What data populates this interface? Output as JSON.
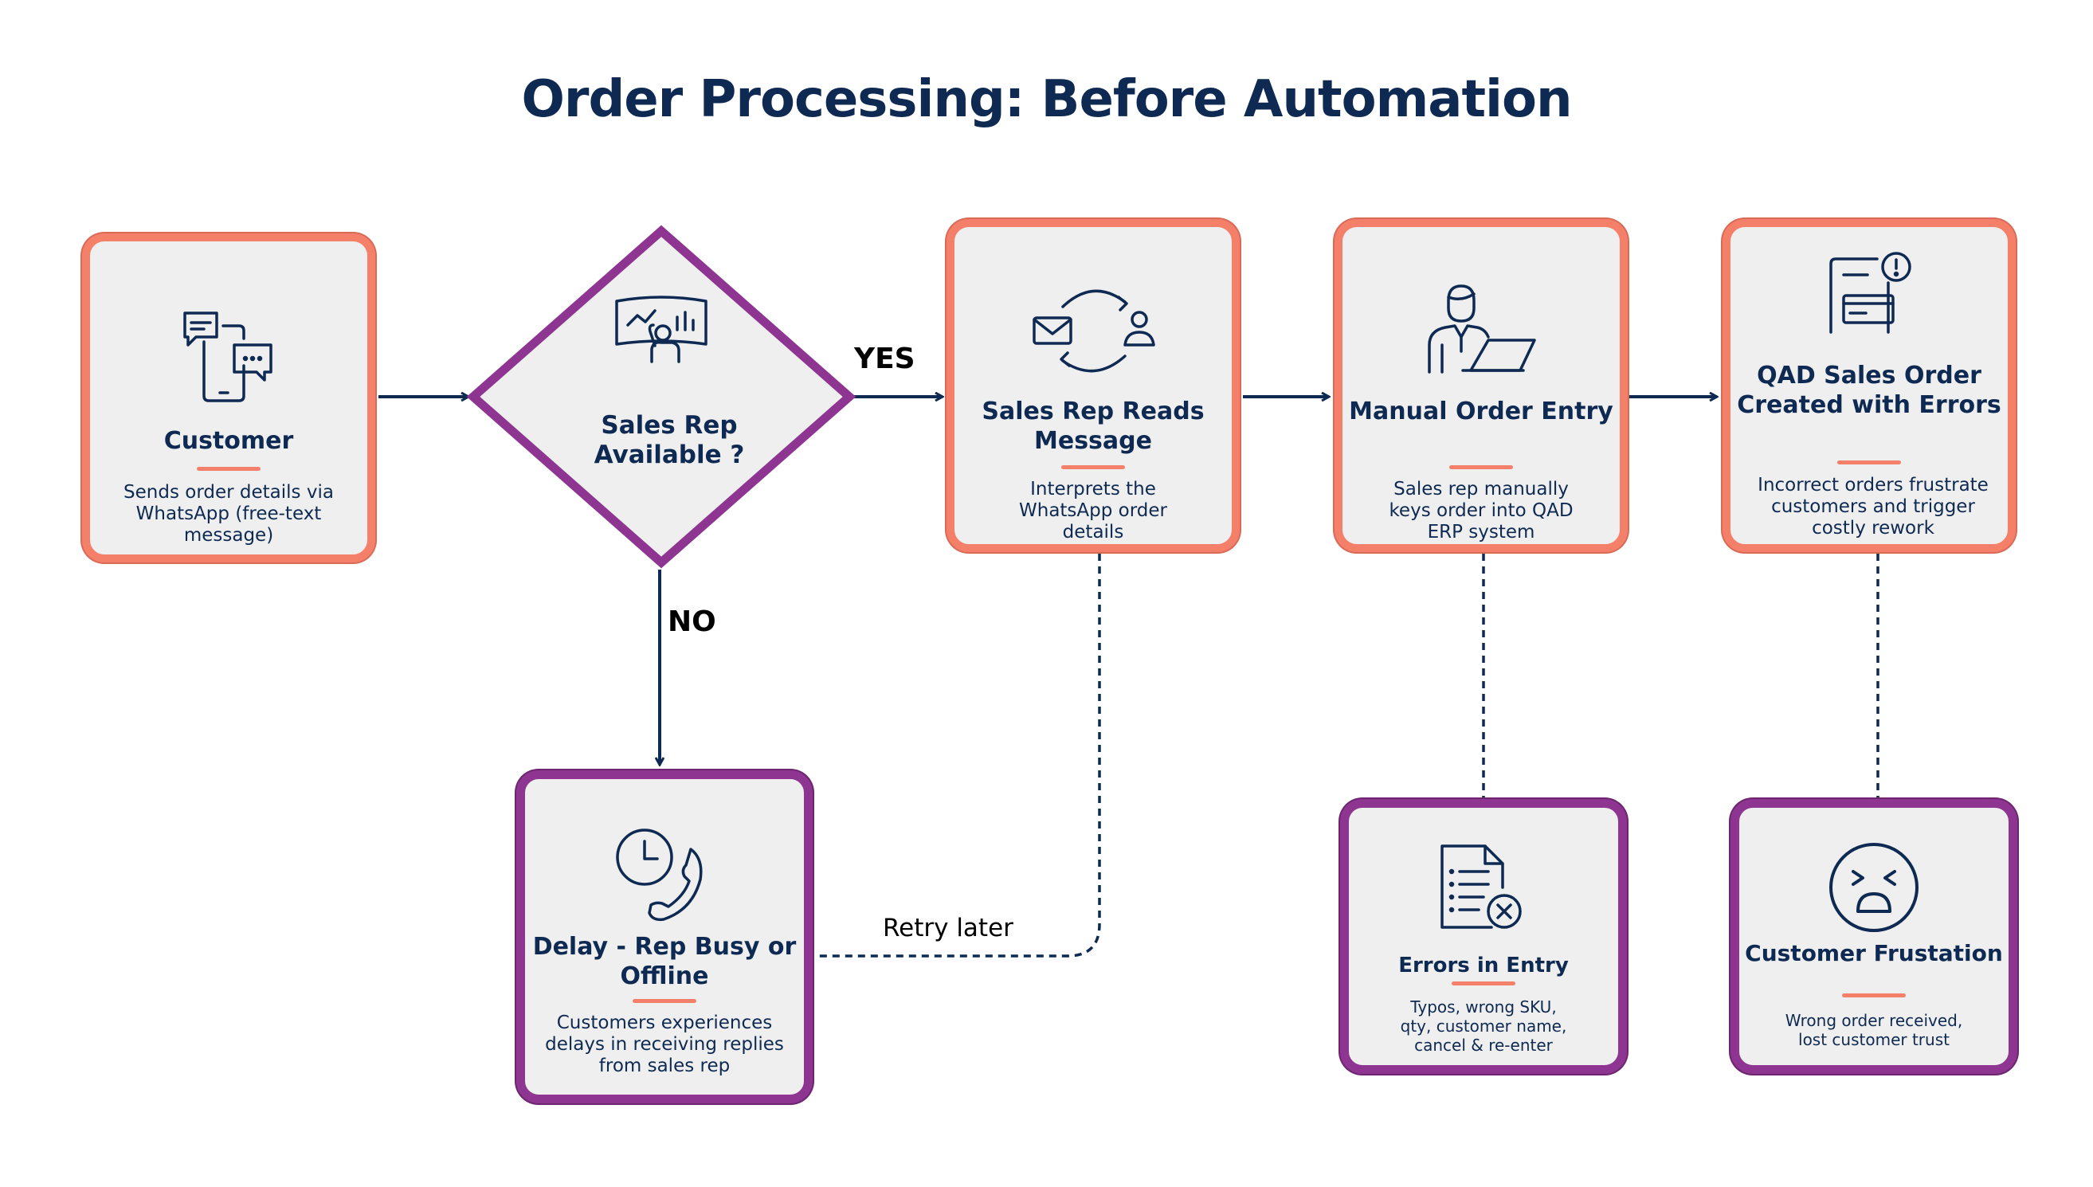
{
  "title": "Order Processing: Before Automation",
  "nodes": {
    "customer": {
      "title": "Customer",
      "desc": "Sends order details via WhatsApp (free-text message)"
    },
    "decision": {
      "title": "Sales Rep Available ?"
    },
    "reads": {
      "title": "Sales Rep Reads Message",
      "desc": "Interprets the WhatsApp order details"
    },
    "manual": {
      "title": "Manual Order Entry",
      "desc": "Sales rep manually keys order into QAD ERP system"
    },
    "qad": {
      "title": "QAD Sales Order Created with Errors",
      "desc": "Incorrect orders frustrate customers and trigger costly rework"
    },
    "delay": {
      "title": "Delay - Rep Busy or Offline",
      "desc": "Customers experiences delays in receiving replies from sales rep"
    },
    "errors": {
      "title": "Errors in Entry",
      "desc": "Typos, wrong SKU, qty, customer name, cancel & re-enter"
    },
    "frustration": {
      "title": "Customer Frustation",
      "desc": "Wrong order received, lost customer trust"
    }
  },
  "labels": {
    "yes": "YES",
    "no": "NO",
    "retry": "Retry later"
  },
  "icons": [
    "chat-phone-icon",
    "presentation-icon",
    "email-sync-user-icon",
    "person-laptop-icon",
    "document-alert-icon",
    "clock-phone-icon",
    "document-error-icon",
    "angry-face-icon"
  ],
  "colors": {
    "navy": "#0e2a52",
    "orange": "#f5806a",
    "purple": "#8d3590",
    "box_fill": "#efefef"
  }
}
